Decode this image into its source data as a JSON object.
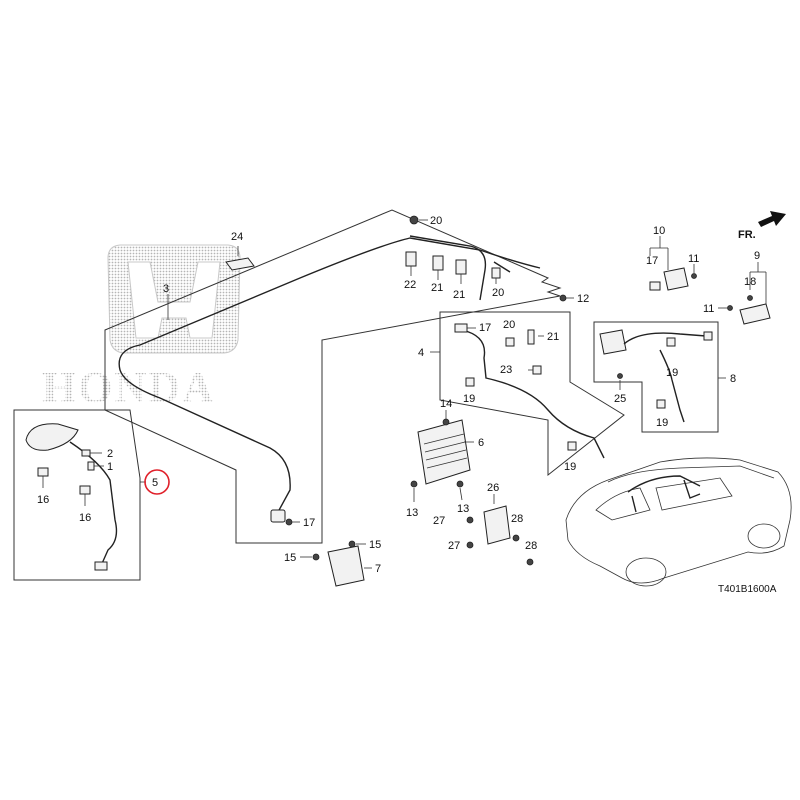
{
  "diagram_code": "T401B1600A",
  "watermark_brand": "HONDA",
  "front_indicator": "FR.",
  "highlight_color": "#e0202a",
  "watermark_color": "#bdbdbd",
  "callouts": {
    "c1": "1",
    "c2": "2",
    "c3": "3",
    "c4": "4",
    "c5": "5",
    "c6": "6",
    "c7": "7",
    "c8": "8",
    "c9": "9",
    "c10": "10",
    "c11a": "11",
    "c11b": "11",
    "c12": "12",
    "c13a": "13",
    "c13b": "13",
    "c14": "14",
    "c15a": "15",
    "c15b": "15",
    "c16a": "16",
    "c16b": "16",
    "c17a": "17",
    "c17b": "17",
    "c17c": "17",
    "c18": "18",
    "c19a": "19",
    "c19b": "19",
    "c19c": "19",
    "c19d": "19",
    "c20a": "20",
    "c20b": "20",
    "c20c": "20",
    "c21a": "21",
    "c21b": "21",
    "c21c": "21",
    "c22": "22",
    "c23": "23",
    "c24": "24",
    "c25": "25",
    "c26": "26",
    "c27a": "27",
    "c27b": "27",
    "c28a": "28",
    "c28b": "28"
  },
  "highlighted_callout": "5"
}
